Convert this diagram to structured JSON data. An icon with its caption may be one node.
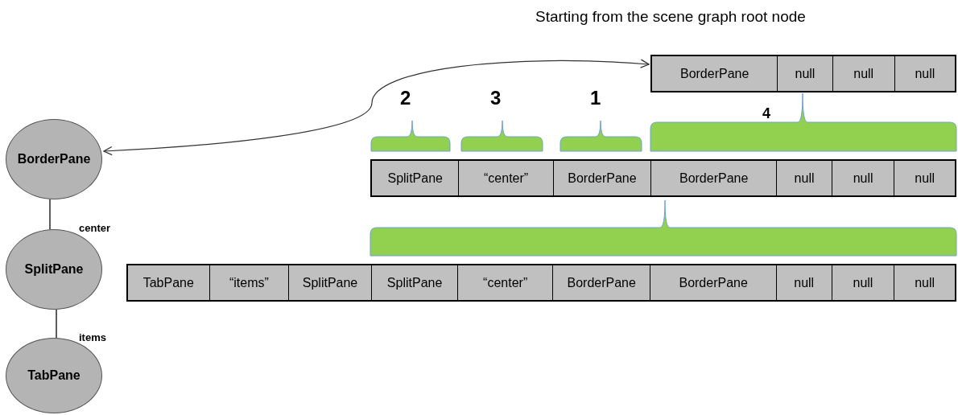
{
  "diagram": {
    "title": "Starting from the scene graph root node",
    "nodes": [
      {
        "text": [
          "BorderPane"
        ]
      },
      {
        "text": [
          "SplitPane"
        ]
      },
      {
        "text": [
          "TabPane"
        ]
      },
      {
        "text": [
          "BorderPane",
          "null",
          "null",
          "null"
        ]
      },
      {
        "text": [
          "SplitPane",
          "“center”",
          "BorderPane",
          "BorderPane",
          "null",
          "null",
          "null"
        ]
      },
      {
        "text": [
          "TabPane",
          "“items”",
          "SplitPane",
          "SplitPane",
          "“center”",
          "BorderPane",
          "BorderPane",
          "null",
          "null",
          "null"
        ]
      }
    ],
    "edges": [
      {
        "from": 0,
        "to": 1,
        "arrow": "none",
        "label": "center"
      },
      {
        "from": 1,
        "to": 2,
        "arrow": "none",
        "label": "items"
      },
      {
        "from": 0,
        "to": 3,
        "arrow": "both"
      }
    ],
    "labels": [
      "2",
      "3",
      "1",
      "4"
    ]
  }
}
